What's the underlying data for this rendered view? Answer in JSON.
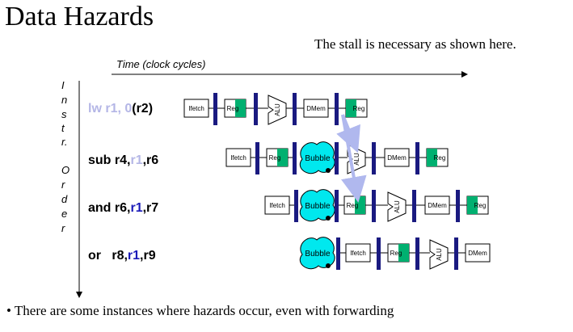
{
  "slide": {
    "title": "Data Hazards",
    "note": "The stall is necessary as shown here.",
    "time_label": "Time (clock cycles)",
    "order_letters": [
      "I",
      "n",
      "s",
      "t",
      "r.",
      "O",
      "r",
      "d",
      "e",
      "r"
    ],
    "instructions": [
      {
        "parts": [
          {
            "t": "lw r1, 0",
            "style": "dim"
          },
          {
            "t": "(r2)",
            "style": "plain"
          }
        ]
      },
      {
        "parts": [
          {
            "t": "sub r4,",
            "style": "plain"
          },
          {
            "t": "r1",
            "style": "dim"
          },
          {
            "t": ",r6",
            "style": "plain"
          }
        ]
      },
      {
        "parts": [
          {
            "t": "and r6,",
            "style": "plain"
          },
          {
            "t": "r1",
            "style": "blue"
          },
          {
            "t": ",r7",
            "style": "plain"
          }
        ]
      },
      {
        "parts": [
          {
            "t": "or   r8,",
            "style": "plain"
          },
          {
            "t": "r1",
            "style": "blue"
          },
          {
            "t": ",r9",
            "style": "plain"
          }
        ]
      }
    ],
    "bullet": "There are some instances where hazards occur, even with forwarding",
    "stage_labels": {
      "ifetch": "Ifetch",
      "reg": "Reg",
      "alu": "ALU",
      "dmem": "DMem",
      "bubble": "Bubble"
    },
    "colors": {
      "reg_green": "#00b070",
      "bar_blue": "#1a1a80",
      "bubble_cyan": "#00e8ee",
      "forward_arrow": "#b0b8ee"
    }
  }
}
